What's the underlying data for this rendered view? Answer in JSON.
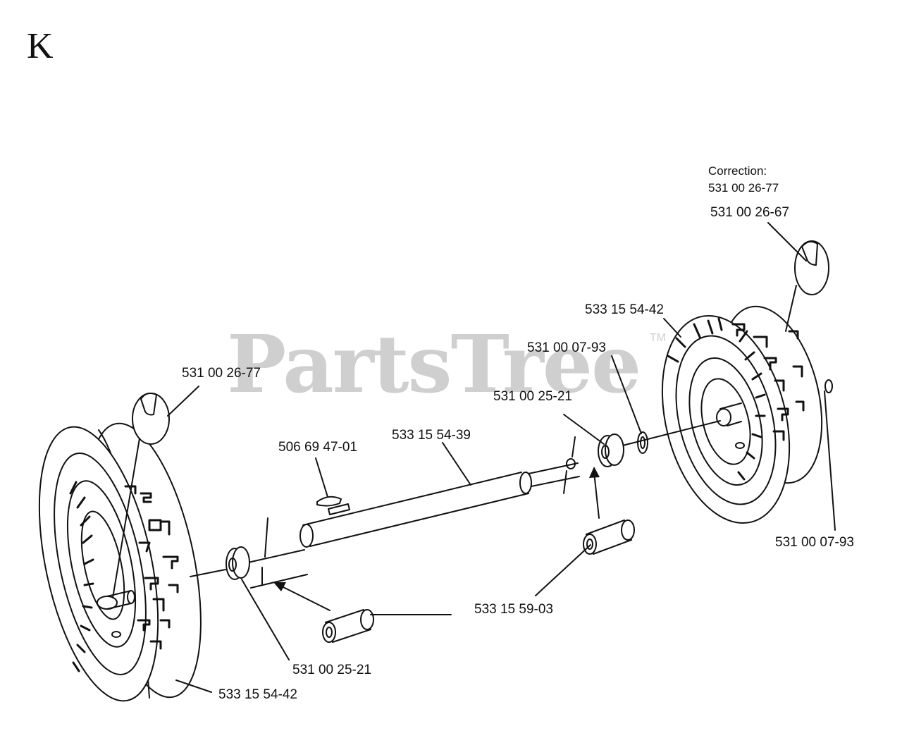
{
  "section_letter": "K",
  "watermark": {
    "text": "PartsTree",
    "trademark": "TM"
  },
  "correction": {
    "heading": "Correction:",
    "part": "531 00 26-77"
  },
  "labels": {
    "clip_right": "531 00 26-67",
    "wheel_right": "533 15 54-42",
    "washer_right": "531 00 07-93",
    "bearing_right": "531 00 25-21",
    "axle": "533 15 54-39",
    "key": "506 69 47-01",
    "clip_left": "531 00 26-77",
    "washer_far_right": "531 00 07-93",
    "bushing": "533 15 59-03",
    "bearing_left": "531 00 25-21",
    "wheel_left": "533 15 54-42"
  }
}
